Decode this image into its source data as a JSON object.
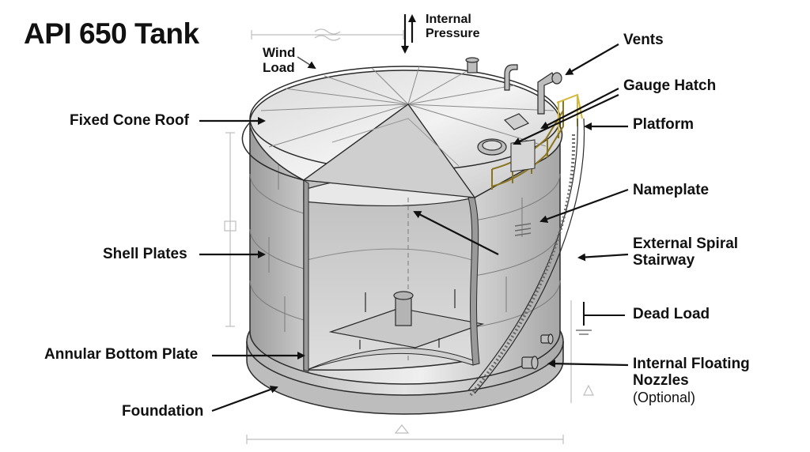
{
  "title": "API 650 Tank",
  "labels": {
    "internal_pressure": [
      "Internal",
      "Pressure"
    ],
    "wind_load": [
      "Wind",
      "Load"
    ],
    "vents": "Vents",
    "gauge_hatch": "Gauge Hatch",
    "platform": "Platform",
    "fixed_cone_roof": "Fixed Cone Roof",
    "nameplate": "Nameplate",
    "external_spiral_stairway": [
      "External Spiral",
      "Stairway"
    ],
    "shell_plates": "Shell Plates",
    "dead_load": "Dead Load",
    "annular_bottom_plate": "Annular Bottom Plate",
    "internal_floating_nozzles": [
      "Internal Floating",
      "Nozzles"
    ],
    "optional_note": "(Optional)",
    "foundation": "Foundation"
  },
  "colors": {
    "steel_light": "#e6e6e6",
    "steel_mid": "#b9b9b9",
    "steel_dark": "#8a8a8a",
    "interior": "#d2d2d2",
    "platform_rail": "#e0c64a",
    "outline": "#2a2a2a",
    "dimension": "#bdbdbd"
  }
}
